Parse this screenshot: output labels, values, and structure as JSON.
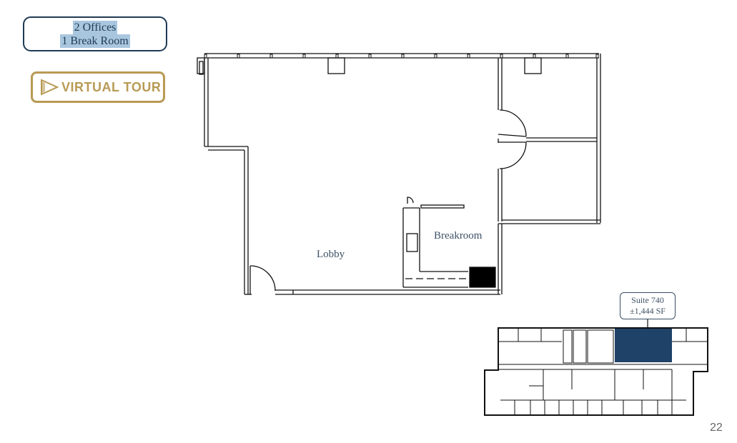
{
  "summary_box": {
    "line1": "2 Offices",
    "line2": "1 Break Room"
  },
  "virtual_tour": {
    "label": "VIRTUAL TOUR",
    "icon": "play-triangle-icon",
    "color": "#b89a55"
  },
  "floor_plan": {
    "rooms": [
      {
        "label": "Lobby"
      },
      {
        "label": "Breakroom"
      }
    ]
  },
  "key_plan": {
    "suite_label": "Suite 740",
    "suite_area": "±1,444 SF",
    "highlight_color": "#1f4268"
  },
  "page": {
    "number": "22"
  },
  "colors": {
    "navy": "#1f3b55",
    "highlight": "#a9c6df",
    "gold": "#b89a55"
  }
}
